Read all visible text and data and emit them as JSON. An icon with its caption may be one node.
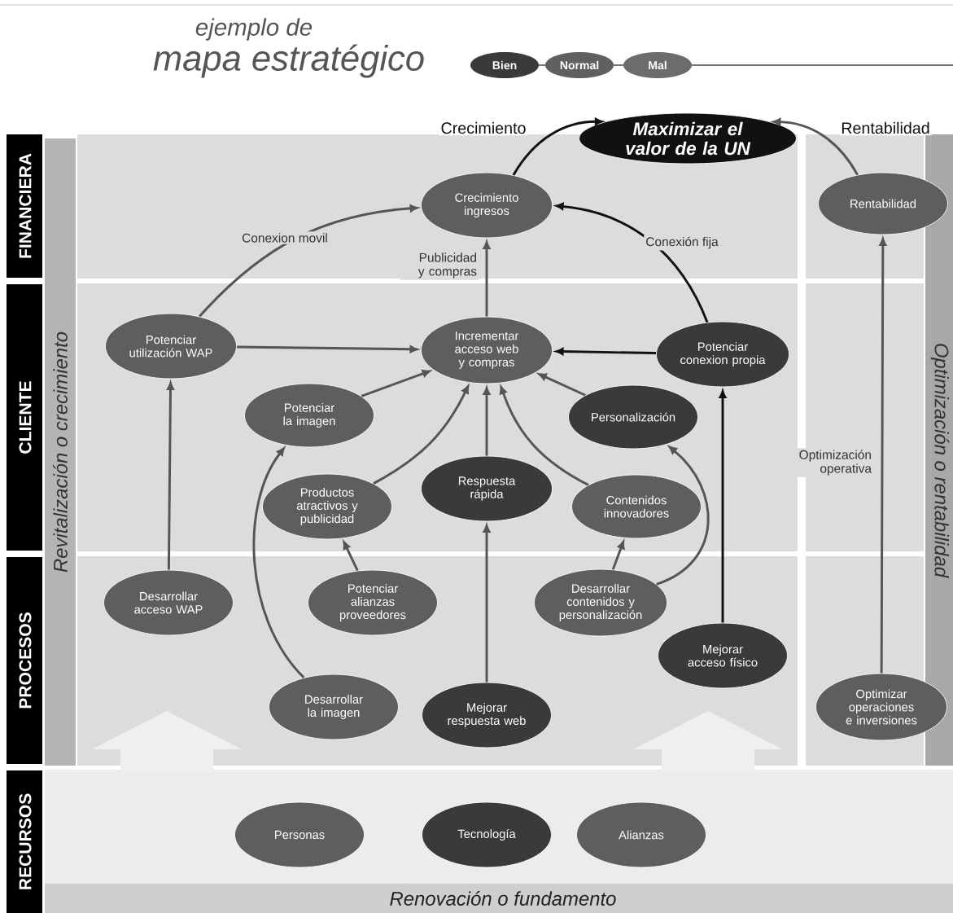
{
  "diagram": {
    "nodes": [
      {
        "text": [
          "Maximizar el valor de la UN"
        ]
      },
      {
        "text": [
          "Crecimiento ingresos"
        ]
      },
      {
        "text": [
          "Rentabilidad"
        ]
      },
      {
        "text": [
          "Potenciar utilización WAP"
        ]
      },
      {
        "text": [
          "Incrementar acceso web y compras"
        ]
      },
      {
        "text": [
          "Potenciar conexion propia"
        ]
      },
      {
        "text": [
          "Potenciar la imagen"
        ]
      },
      {
        "text": [
          "Personalización"
        ]
      },
      {
        "text": [
          "Productos atractivos y publicidad"
        ]
      },
      {
        "text": [
          "Respuesta rápida"
        ]
      },
      {
        "text": [
          "Contenidos innovadores"
        ]
      },
      {
        "text": [
          "Desarrollar acceso WAP"
        ]
      },
      {
        "text": [
          "Potenciar alianzas proveedores"
        ]
      },
      {
        "text": [
          "Desarrollar contenidos y personalización"
        ]
      },
      {
        "text": [
          "Mejorar acceso físico"
        ]
      },
      {
        "text": [
          "Desarrollar la imagen"
        ]
      },
      {
        "text": [
          "Mejorar respuesta web"
        ]
      },
      {
        "text": [
          "Optimizar operaciones e inversiones"
        ]
      },
      {
        "text": [
          "Personas"
        ]
      },
      {
        "text": [
          "Tecnología"
        ]
      },
      {
        "text": [
          "Alianzas"
        ]
      }
    ],
    "edges": [
      {
        "from": 1,
        "to": 0,
        "arrow": "to",
        "label": "Crecimiento",
        "color": "#111111"
      },
      {
        "from": 2,
        "to": 0,
        "arrow": "to",
        "label": "Rentabilidad"
      },
      {
        "from": 3,
        "to": 1,
        "arrow": "to",
        "label": "Conexion movil"
      },
      {
        "from": 4,
        "to": 1,
        "arrow": "to",
        "label": "Publicidad y compras"
      },
      {
        "from": 5,
        "to": 1,
        "arrow": "to",
        "label": "Conexión fija",
        "color": "#111111"
      },
      {
        "from": 3,
        "to": 4,
        "arrow": "to"
      },
      {
        "from": 5,
        "to": 4,
        "arrow": "to",
        "color": "#111111"
      },
      {
        "from": 6,
        "to": 4,
        "arrow": "to"
      },
      {
        "from": 8,
        "to": 4,
        "arrow": "to"
      },
      {
        "from": 9,
        "to": 4,
        "arrow": "to"
      },
      {
        "from": 10,
        "to": 4,
        "arrow": "to"
      },
      {
        "from": 7,
        "to": 4,
        "arrow": "to"
      },
      {
        "from": 11,
        "to": 3,
        "arrow": "to"
      },
      {
        "from": 12,
        "to": 8,
        "arrow": "to"
      },
      {
        "from": 15,
        "to": 6,
        "arrow": "to"
      },
      {
        "from": 16,
        "to": 9,
        "arrow": "to"
      },
      {
        "from": 13,
        "to": 10,
        "arrow": "to"
      },
      {
        "from": 13,
        "to": 7,
        "arrow": "to"
      },
      {
        "from": 14,
        "to": 5,
        "arrow": "to",
        "color": "#111111"
      },
      {
        "from": 17,
        "to": 2,
        "arrow": "to",
        "label": "Optimización operativa"
      }
    ],
    "labels": [
      "ejemplo de",
      "mapa estratégico",
      "FINANCIERA",
      "CLIENTE",
      "PROCESOS",
      "RECURSOS",
      "Revitalización o crecimiento",
      "Optimización o rentabilidad",
      "Renovación o fundamento"
    ],
    "legend": [
      {
        "text": "Bien",
        "color": "#3a3a3a"
      },
      {
        "text": "Normal",
        "color": "#606060"
      },
      {
        "text": "Mal",
        "color": "#6c6c6c"
      }
    ]
  }
}
